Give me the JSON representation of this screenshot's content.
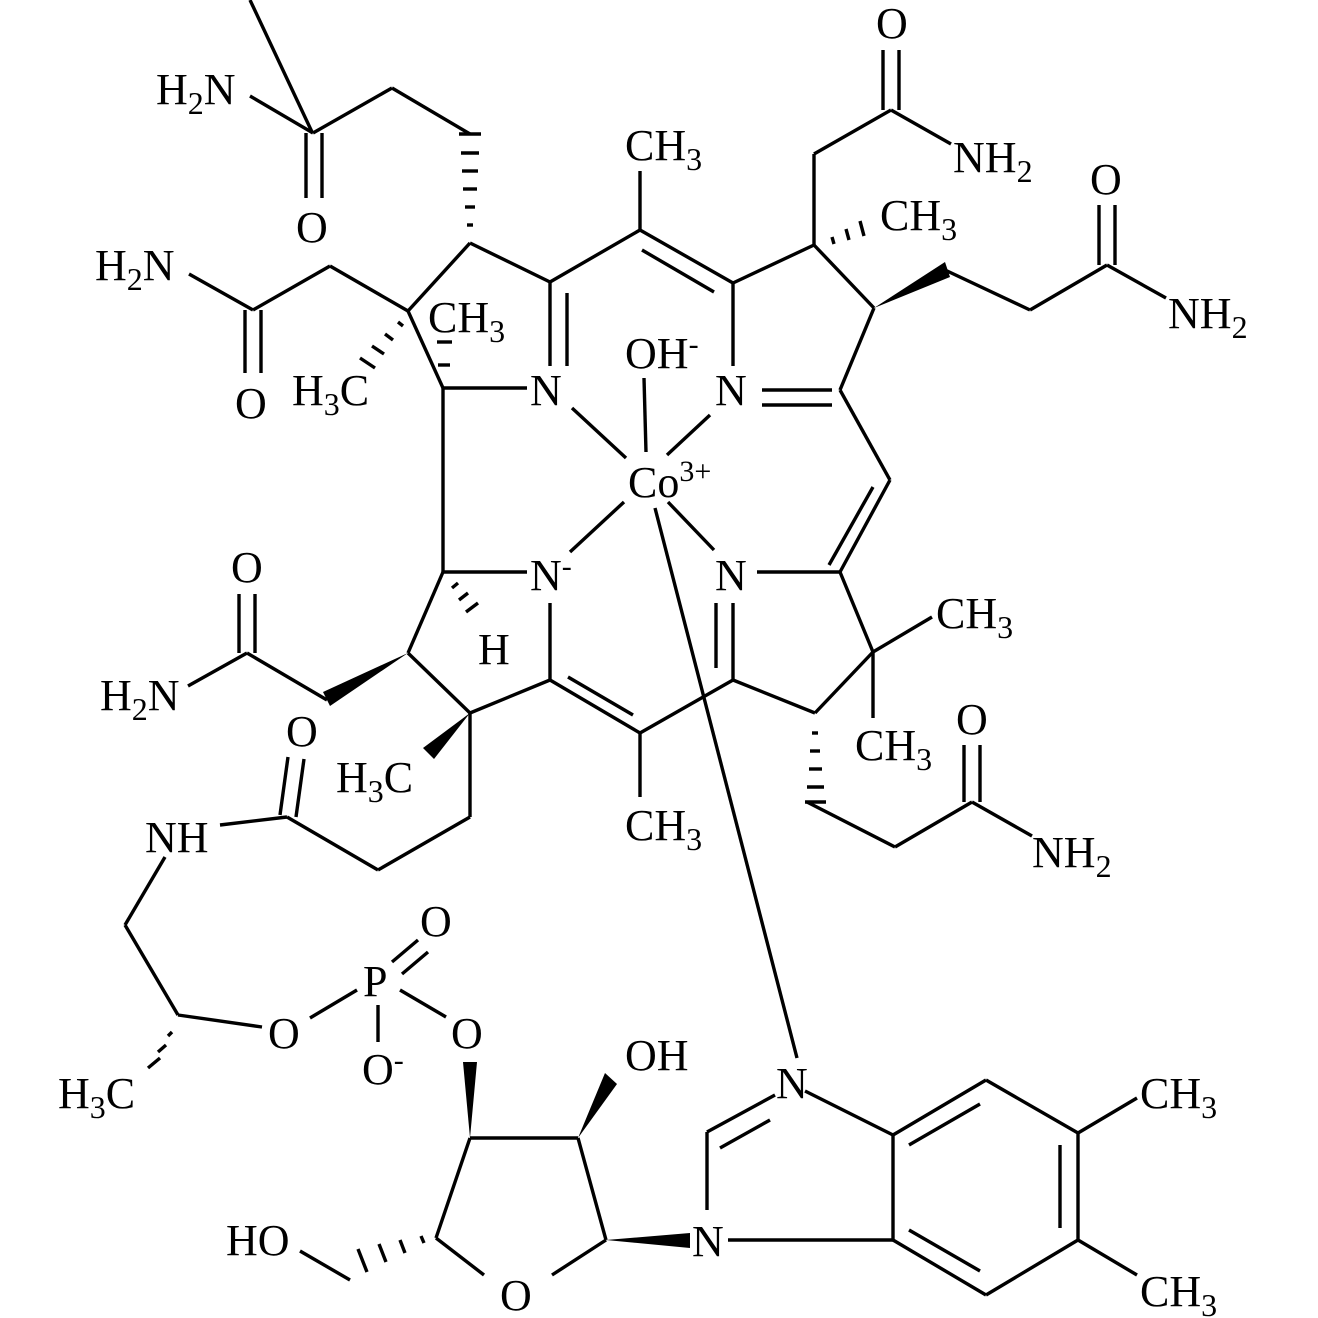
{
  "diagram": {
    "type": "chemical-structure",
    "colors": {
      "ink": "#000000",
      "background": "#ffffff"
    },
    "labels": {
      "top_left_amide_n": "H",
      "top_left_amide_n_sub": "2",
      "top_left_amide_n_tail": "N",
      "top_left_amide_o": "O",
      "mid_left_amide_n": "H",
      "mid_left_amide_n_sub": "2",
      "mid_left_amide_n_tail": "N",
      "mid_left_amide_o": "O",
      "ringA_ch3": "CH",
      "ringA_ch3_sub": "3",
      "ringA_h3c": "H",
      "ringA_h3c_sub": "3",
      "ringA_h3c_tail": "C",
      "top_ch3": "CH",
      "top_ch3_sub": "3",
      "top_right_amide_o": "O",
      "top_right_amide_n": "NH",
      "top_right_amide_n_sub": "2",
      "ringB_ch3": "CH",
      "ringB_ch3_sub": "3",
      "far_right_amide_o": "O",
      "far_right_amide_n": "NH",
      "far_right_amide_n_sub": "2",
      "hydroxide": "OH",
      "hydroxide_charge": "-",
      "cobalt": "Co",
      "cobalt_charge": "3+",
      "n_top_left": "N",
      "n_top_right": "N",
      "n_bottom_left": "N",
      "n_bottom_left_charge": "-",
      "n_bottom_right": "N",
      "ringC_ch3_upper": "CH",
      "ringC_ch3_upper_sub": "3",
      "ringC_ch3_lower": "CH",
      "ringC_ch3_lower_sub": "3",
      "lower_right_amide_o": "O",
      "lower_right_amide_n": "NH",
      "lower_right_amide_n_sub": "2",
      "bottom_ch3": "CH",
      "bottom_ch3_sub": "3",
      "ringD_amide_o": "O",
      "ringD_amide_n": "H",
      "ringD_amide_n_sub": "2",
      "ringD_amide_n_tail": "N",
      "ringD_h": "H",
      "ringD_h3c": "H",
      "ringD_h3c_sub": "3",
      "ringD_h3c_tail": "C",
      "linker_o": "O",
      "linker_nh": "NH",
      "propanol_h3c": "H",
      "propanol_h3c_sub": "3",
      "propanol_h3c_tail": "C",
      "ester_o_left": "O",
      "phosphorus": "P",
      "phosphate_o_double": "O",
      "phosphate_o_minus": "O",
      "phosphate_o_minus_charge": "-",
      "ester_o_right": "O",
      "ribose_oh": "OH",
      "ribose_ho": "HO",
      "ribose_ring_o": "O",
      "bzim_n_top": "N",
      "bzim_n_bottom": "N",
      "bzim_ch3_top": "CH",
      "bzim_ch3_top_sub": "3",
      "bzim_ch3_bottom": "CH",
      "bzim_ch3_bottom_sub": "3"
    }
  }
}
